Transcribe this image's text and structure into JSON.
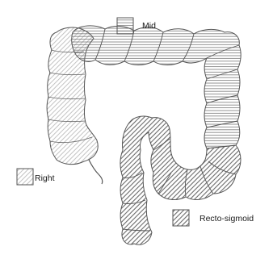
{
  "legend": {
    "mid": {
      "label": "Mid",
      "pattern": "horizontal-hatch"
    },
    "right": {
      "label": "Right",
      "pattern": "light-diagonal-hatch"
    },
    "recto_sigmoid": {
      "label": "Recto-sigmoid",
      "pattern": "dense-diagonal-hatch"
    }
  },
  "colors": {
    "outline": "#555555",
    "hatch": "#6f6f6f",
    "light_hatch": "#9a9a9a",
    "background": "#ffffff"
  }
}
